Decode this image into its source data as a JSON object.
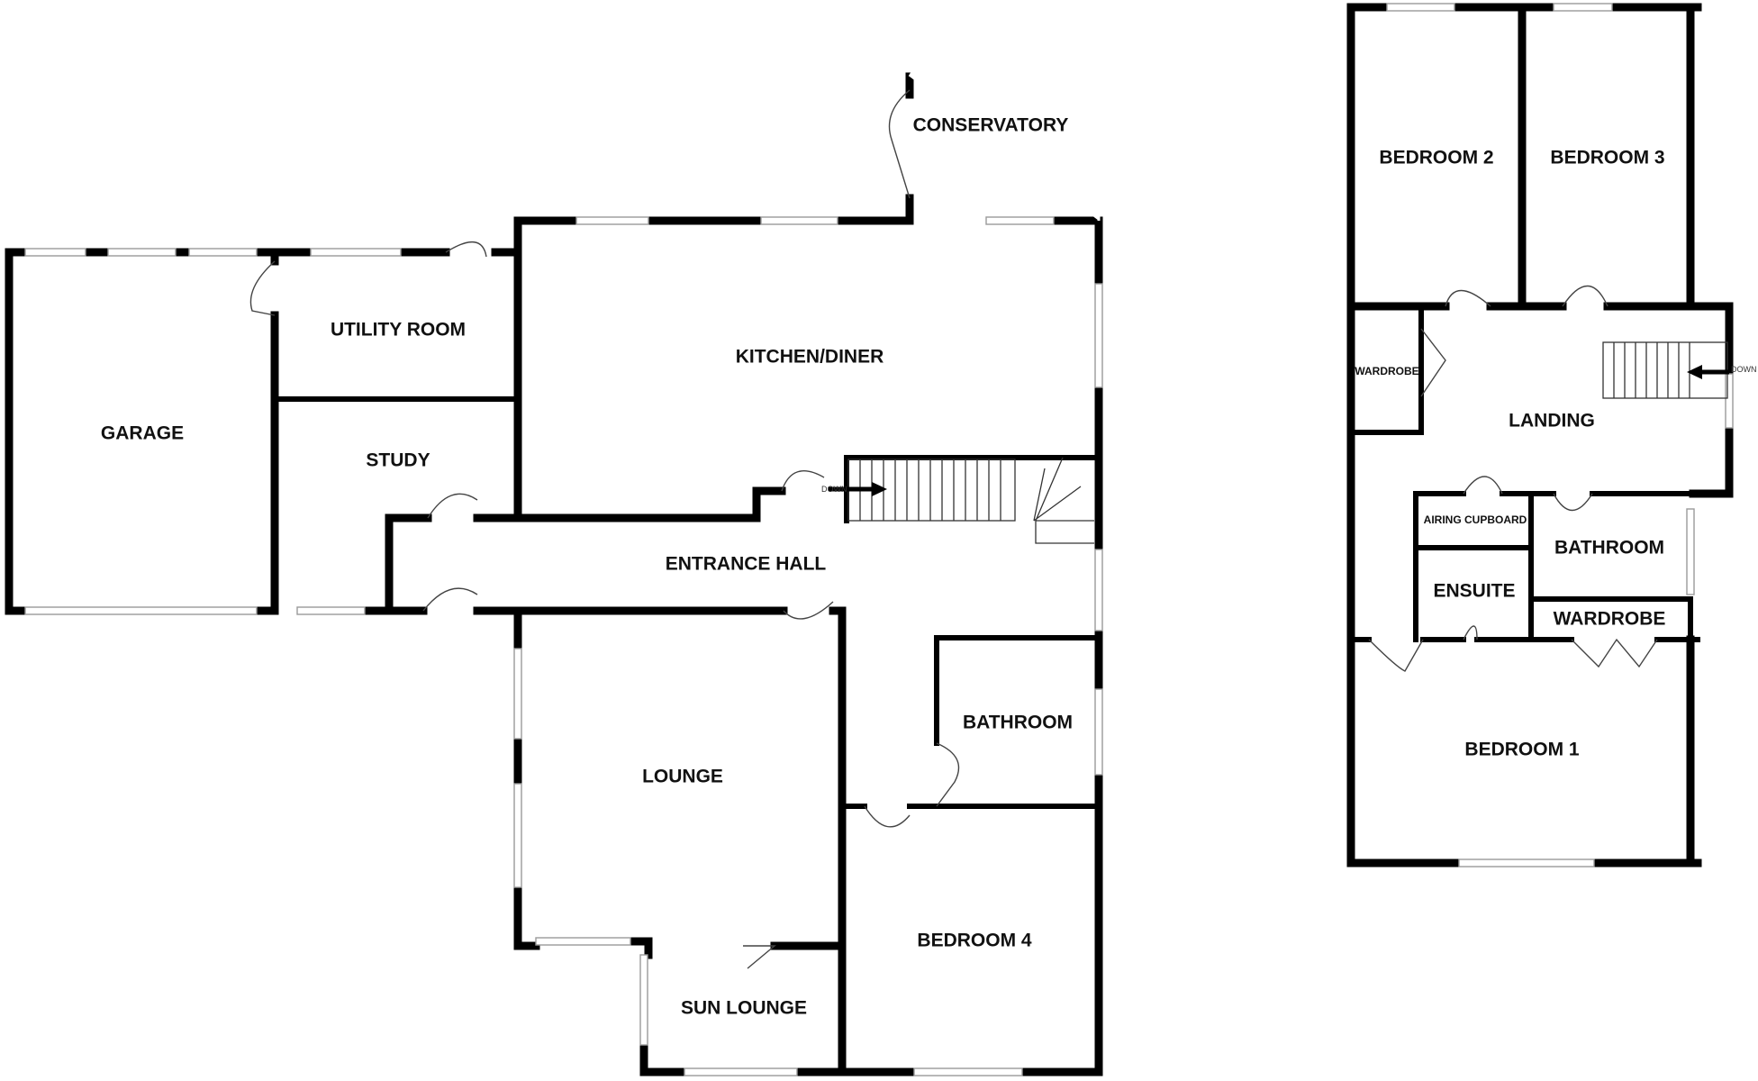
{
  "ground_floor": {
    "rooms": {
      "garage": "GARAGE",
      "utility_room": "UTILITY ROOM",
      "study": "STUDY",
      "kitchen_diner": "KITCHEN/DINER",
      "conservatory": "CONSERVATORY",
      "entrance_hall": "ENTRANCE HALL",
      "lounge": "LOUNGE",
      "bathroom": "BATHROOM",
      "bedroom_4": "BEDROOM 4",
      "sun_lounge": "SUN LOUNGE"
    },
    "stairs_label": "DOWN"
  },
  "first_floor": {
    "rooms": {
      "bedroom_2": "BEDROOM 2",
      "bedroom_3": "BEDROOM 3",
      "wardrobe_left": "WARDROBE",
      "landing": "LANDING",
      "airing_cupboard": "AIRING CUPBOARD",
      "bathroom": "BATHROOM",
      "ensuite": "ENSUITE",
      "wardrobe": "WARDROBE",
      "bedroom_1": "BEDROOM 1"
    },
    "stairs_label": "DOWN"
  }
}
